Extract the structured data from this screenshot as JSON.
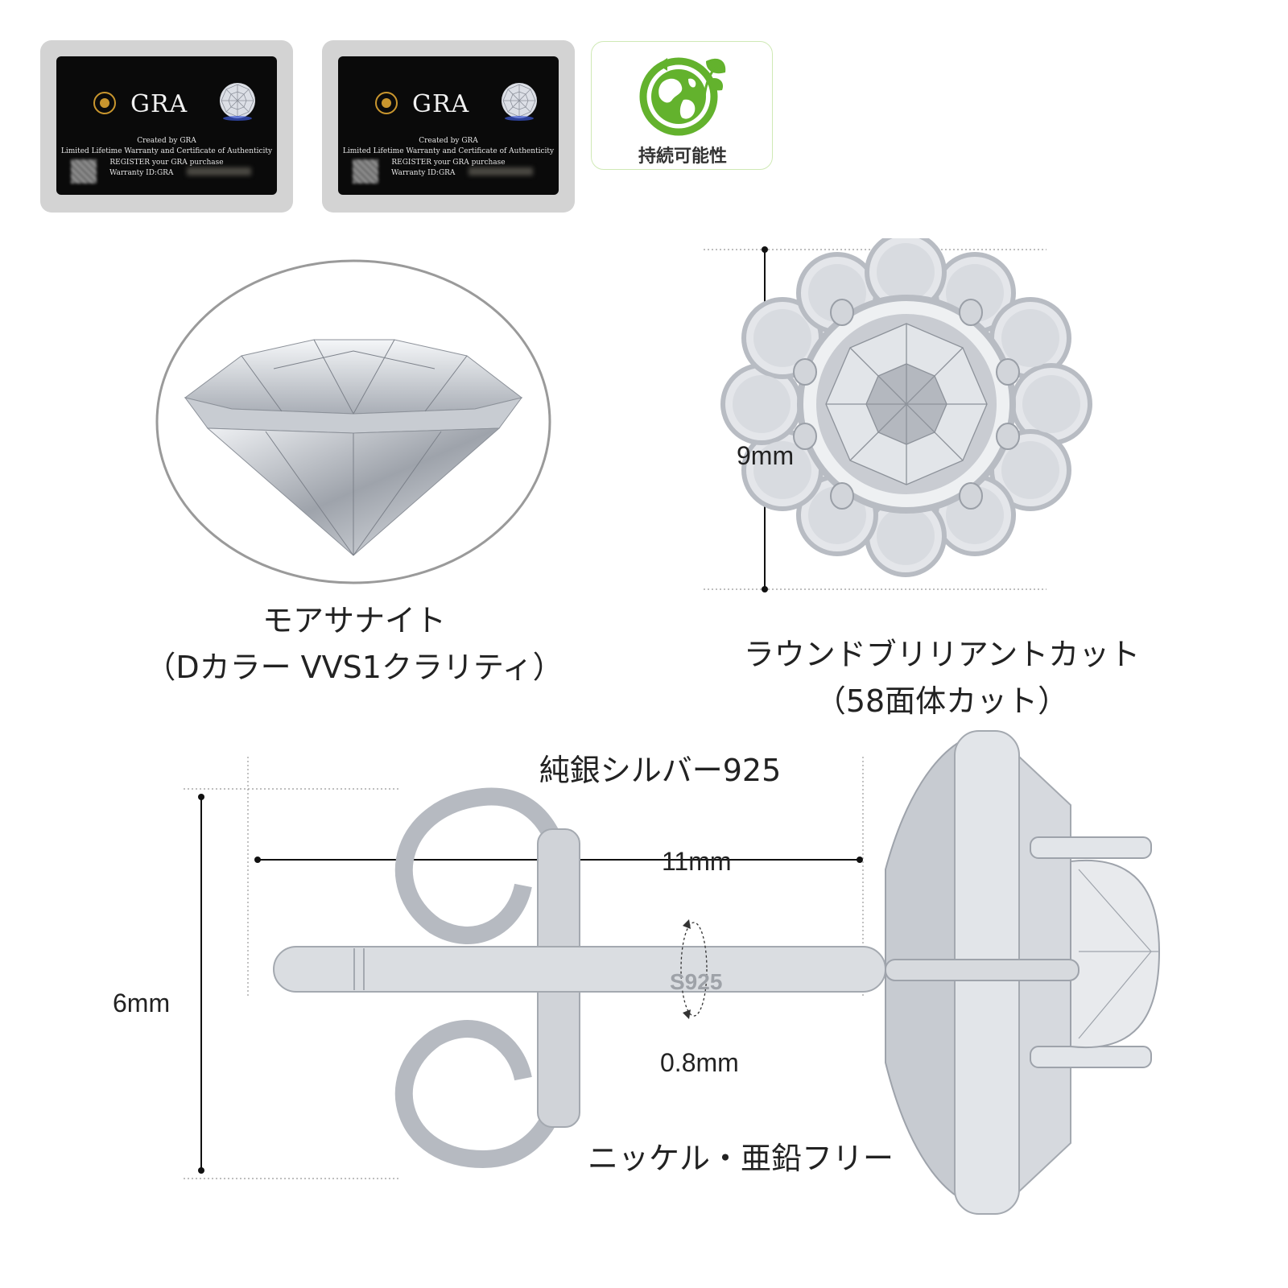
{
  "certificates": [
    {
      "brand": "GRA",
      "line1": "Created by GRA",
      "line2": "Limited Lifetime Warranty and Certificate of Authenticity",
      "line3": "REGISTER your GRA purchase",
      "warranty_label": "Warranty ID:GRA"
    },
    {
      "brand": "GRA",
      "line1": "Created by GRA",
      "line2": "Limited Lifetime Warranty and Certificate of Authenticity",
      "line3": "REGISTER your GRA purchase",
      "warranty_label": "Warranty ID:GRA"
    }
  ],
  "eco_badge": {
    "label": "持続可能性",
    "icon": "globe-leaf-icon"
  },
  "stone": {
    "name": "モアサナイト",
    "spec": "（Dカラー VVS1クラリティ）"
  },
  "cut": {
    "name": "ラウンドブリリアントカット",
    "spec": "（58面体カット）"
  },
  "dimensions": {
    "height": "9mm",
    "post_length": "11mm",
    "back_height": "6mm",
    "post_diameter": "0.8mm"
  },
  "material": {
    "metal": "純銀シルバー925",
    "stamp": "S925",
    "free_of": "ニッケル・亜鉛フリー"
  },
  "colors": {
    "eco_green": "#63b22d",
    "silver": "#c9ccd0",
    "cert_gold": "#c9962e"
  }
}
